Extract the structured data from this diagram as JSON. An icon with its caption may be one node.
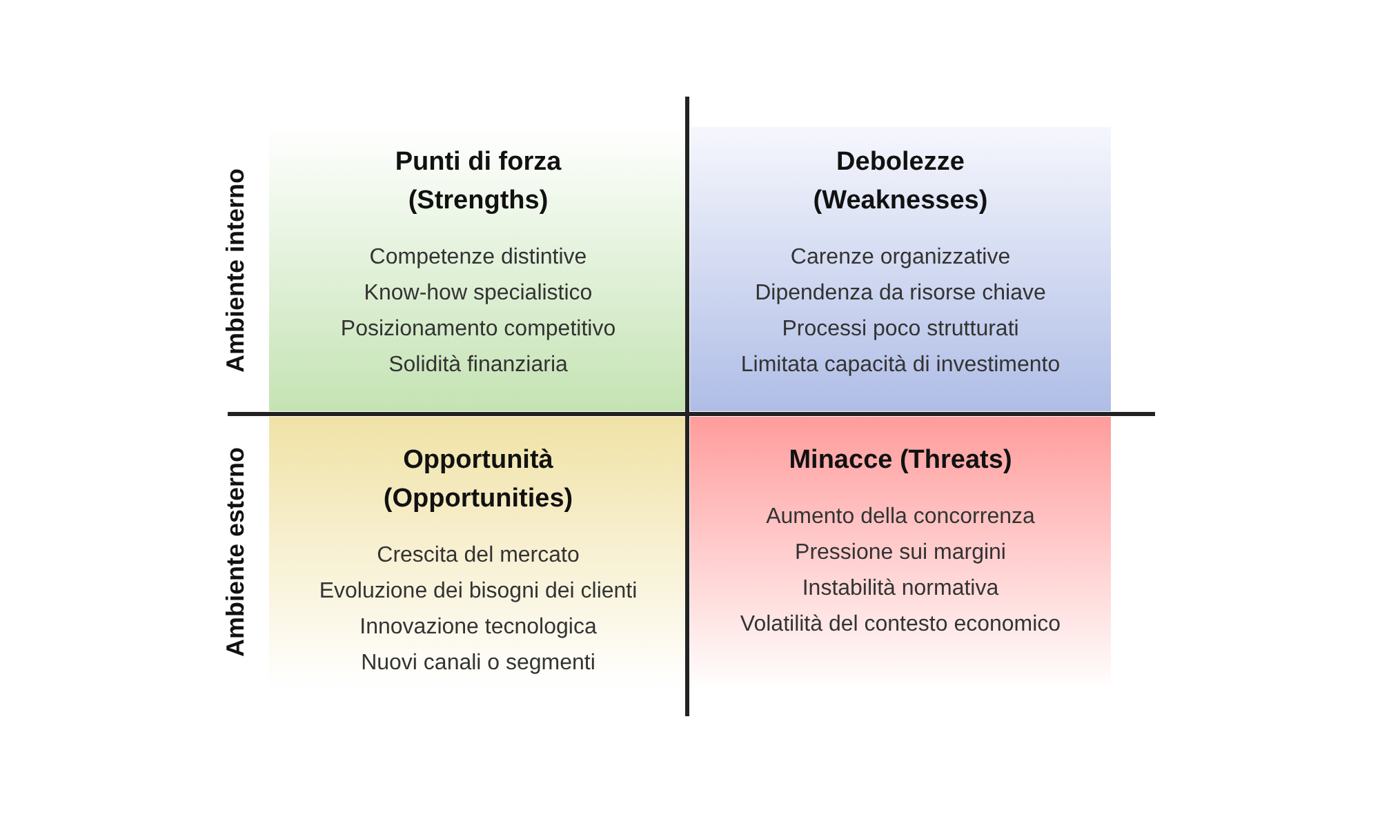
{
  "diagram": {
    "nodes": [
      {
        "text": [
          "Punti di forza (Strengths)",
          "Competenze distintive",
          "Know-how specialistico",
          "Posizionamento competitivo",
          "Solidità finanziaria"
        ]
      },
      {
        "text": [
          "Debolezze (Weaknesses)",
          "Carenze organizzative",
          "Dipendenza da risorse chiave",
          "Processi poco strutturati",
          "Limitata capacità di investimento"
        ]
      },
      {
        "text": [
          "Opportunità (Opportunities)",
          "Crescita del mercato",
          "Evoluzione dei bisogni dei clienti",
          "Innovazione tecnologica",
          "Nuovi canali o segmenti"
        ]
      },
      {
        "text": [
          "Minacce (Threats)",
          "Aumento della concorrenza",
          "Pressione sui margini",
          "Instabilità normativa",
          "Volatilità del contesto economico"
        ]
      }
    ],
    "labels": [
      "Ambiente interno",
      "Ambiente esterno"
    ]
  }
}
